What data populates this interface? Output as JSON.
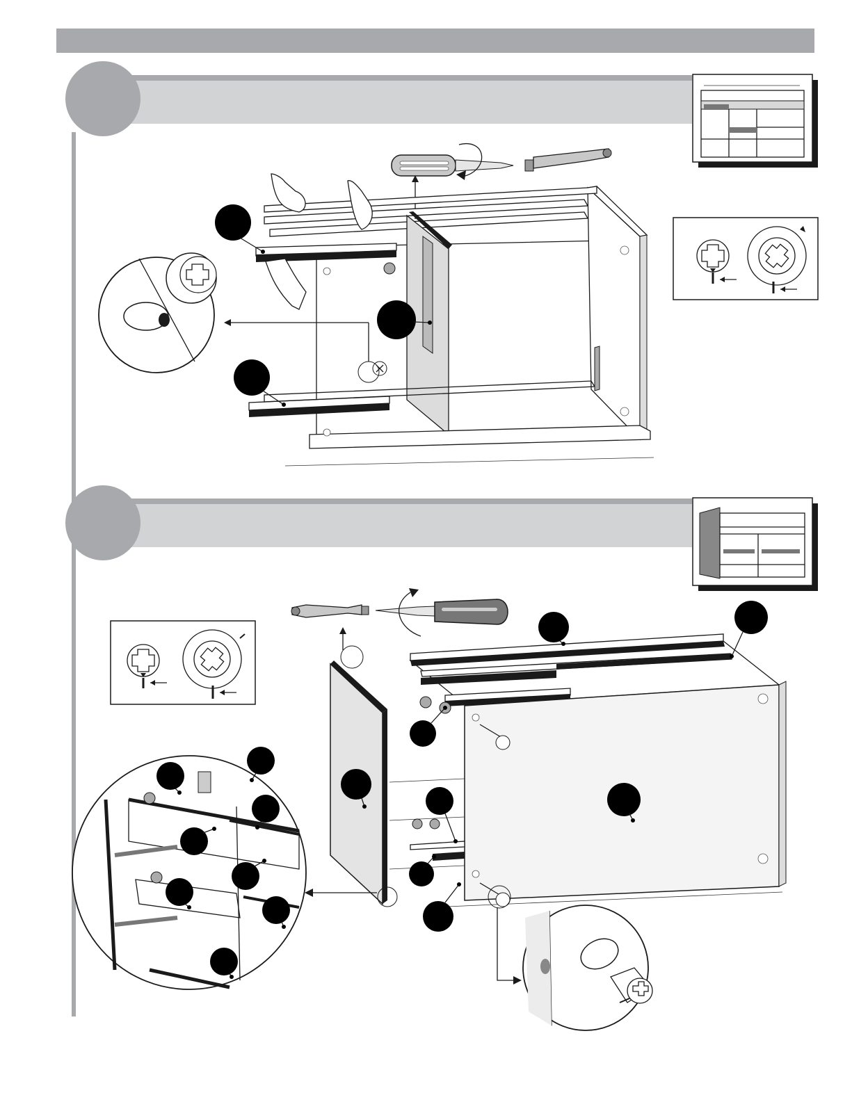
{
  "page": {
    "background": "#ffffff",
    "header_bar_color": "#a7a9ac",
    "step_band_color": "#d1d3d4",
    "step_circle_color": "#a7a9ac",
    "ink_color": "#1a1a1a"
  },
  "steps": [
    {
      "id": "step-1",
      "callouts": [
        "callout-a",
        "callout-b",
        "callout-c"
      ],
      "icons": [
        "screwdriver-icon",
        "cam-bolt-icon",
        "cam-lock-rotation-icon",
        "hand-icon",
        "magnifier-detail-icon",
        "cabinet-preview-icon"
      ]
    },
    {
      "id": "step-2",
      "callouts": [
        "callout-a",
        "callout-b",
        "callout-c",
        "callout-d",
        "callout-e",
        "callout-f",
        "callout-g",
        "callout-h",
        "callout-i",
        "callout-j",
        "callout-k",
        "callout-l",
        "callout-m",
        "callout-n",
        "callout-o"
      ],
      "icons": [
        "screwdriver-icon",
        "cam-bolt-icon",
        "cam-lock-rotation-icon",
        "magnifier-detail-icon",
        "cabinet-preview-icon"
      ]
    }
  ]
}
